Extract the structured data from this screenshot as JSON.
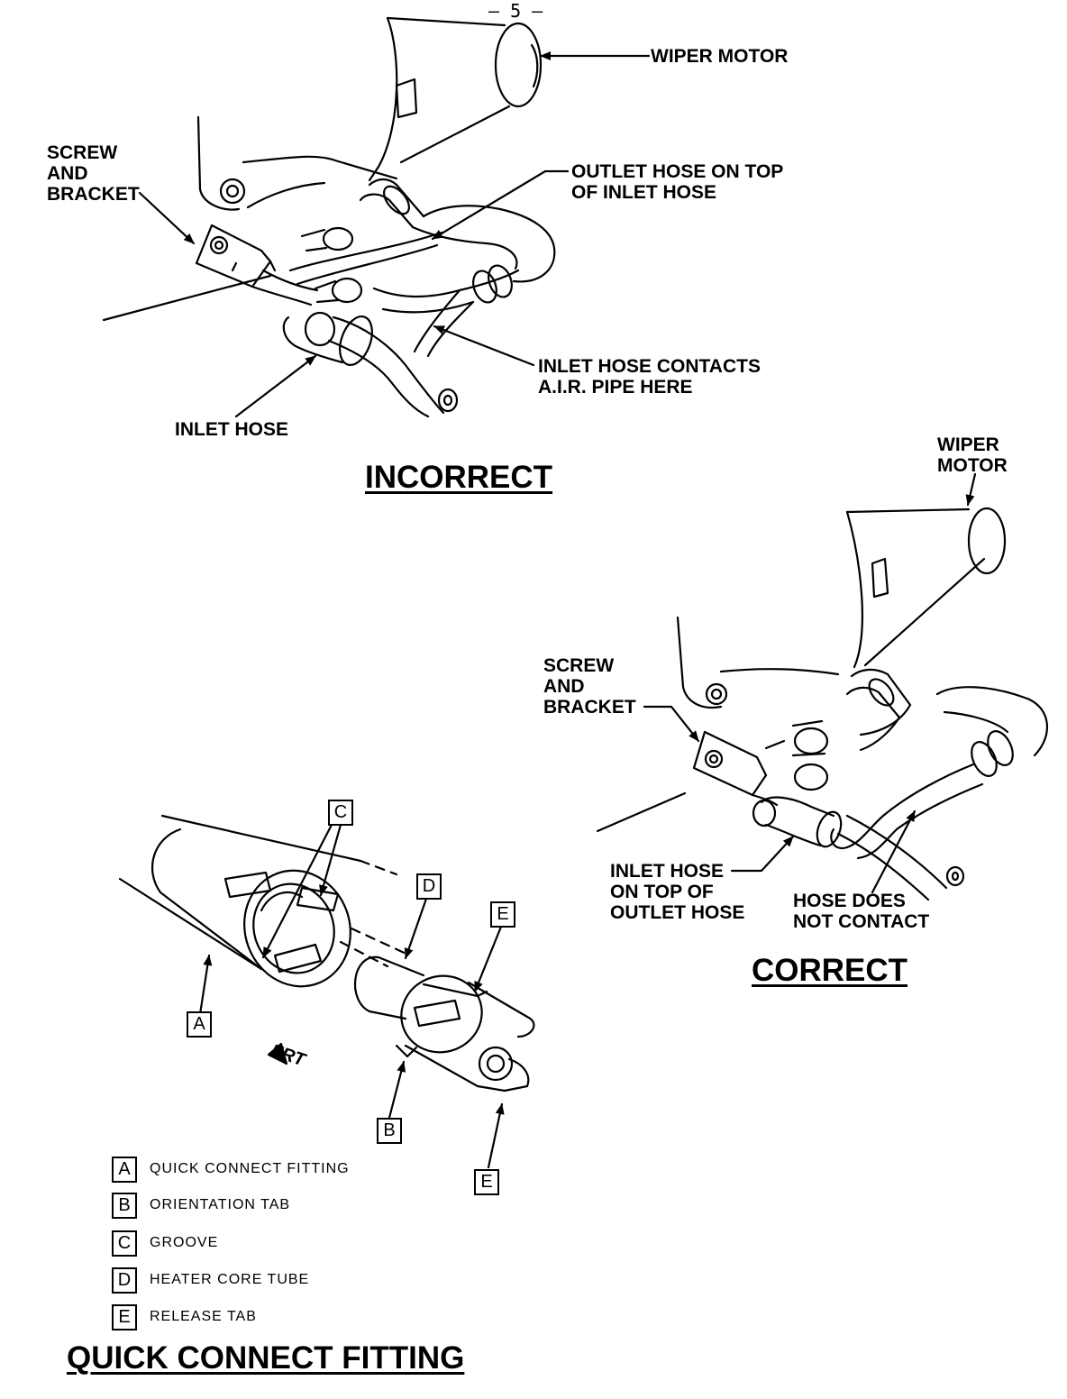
{
  "page_number": "– 5 –",
  "incorrect_view": {
    "title": "INCORRECT",
    "labels": {
      "wiper_motor": "WIPER MOTOR",
      "screw_bracket": [
        "SCREW",
        "AND",
        "BRACKET"
      ],
      "outlet_on_top": [
        "OUTLET HOSE ON TOP",
        "OF INLET HOSE"
      ],
      "inlet_contacts": [
        "INLET HOSE CONTACTS",
        "A.I.R. PIPE HERE"
      ],
      "inlet_hose": "INLET HOSE"
    }
  },
  "correct_view": {
    "title": "CORRECT",
    "labels": {
      "wiper_motor": [
        "WIPER",
        "MOTOR"
      ],
      "screw_bracket": [
        "SCREW",
        "AND",
        "BRACKET"
      ],
      "inlet_on_top": [
        "INLET HOSE",
        "ON TOP OF",
        "OUTLET HOSE"
      ],
      "hose_no_contact": [
        "HOSE DOES",
        "NOT CONTACT"
      ]
    }
  },
  "fitting_view": {
    "title": "QUICK CONNECT FITTING",
    "direction_label": "FRT",
    "callouts": [
      "C",
      "D",
      "E",
      "A",
      "B",
      "E"
    ],
    "legend": [
      {
        "key": "A",
        "text": "QUICK CONNECT FITTING"
      },
      {
        "key": "B",
        "text": "ORIENTATION TAB"
      },
      {
        "key": "C",
        "text": "GROOVE"
      },
      {
        "key": "D",
        "text": "HEATER CORE TUBE"
      },
      {
        "key": "E",
        "text": "RELEASE TAB"
      }
    ]
  }
}
